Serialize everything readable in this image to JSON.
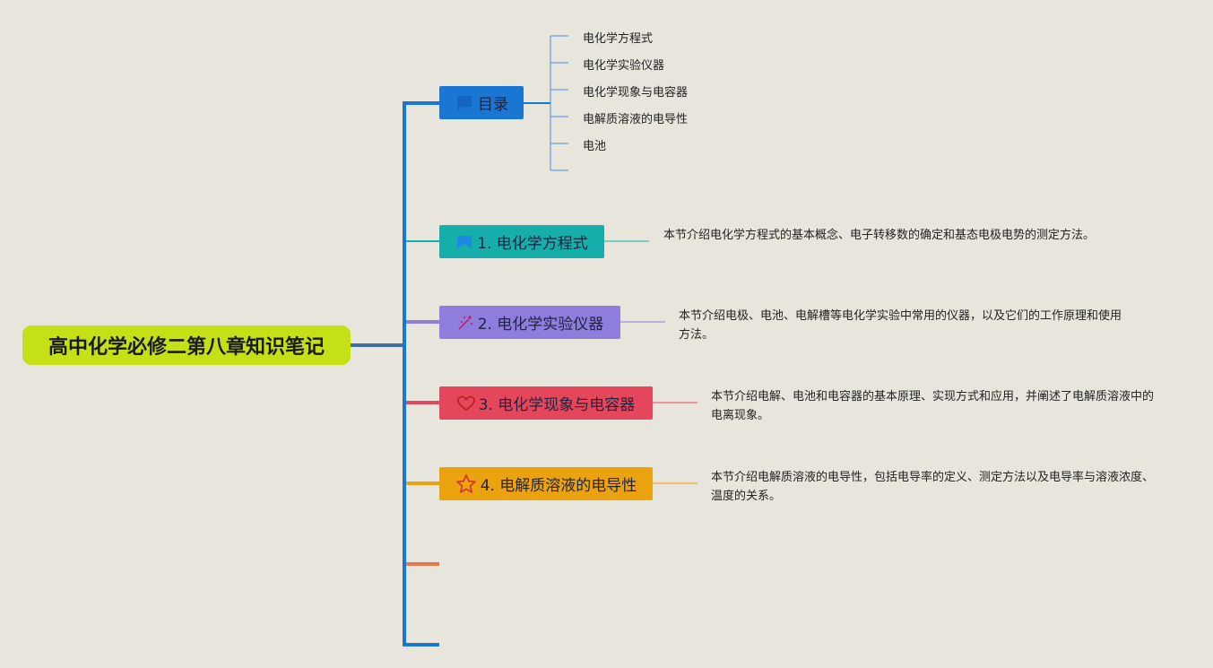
{
  "root": {
    "title": "高中化学必修二第八章知识笔记"
  },
  "toc": {
    "label": "目录",
    "items": [
      "电化学方程式",
      "电化学实验仪器",
      "电化学现象与电容器",
      "电解质溶液的电导性",
      "电池",
      ""
    ]
  },
  "topics": [
    {
      "label": "1. 电化学方程式",
      "icon": "bookmark-icon",
      "color": "#16aeab",
      "note": "本节介绍电化学方程式的基本概念、电子转移数的确定和基态电极电势的测定方法。"
    },
    {
      "label": "2. 电化学实验仪器",
      "icon": "sparkle-icon",
      "color": "#8f7ddd",
      "note": "本节介绍电极、电池、电解槽等电化学实验中常用的仪器，以及它们的工作原理和使用方法。"
    },
    {
      "label": "3. 电化学现象与电容器",
      "icon": "heart-icon",
      "color": "#e4475c",
      "note": "本节介绍电解、电池和电容器的基本原理、实现方式和应用，并阐述了电解质溶液中的电离现象。"
    },
    {
      "label": "4. 电解质溶液的电导性",
      "icon": "star-icon",
      "color": "#eaa20f",
      "note": "本节介绍电解质溶液的电导性，包括电导率的定义、测定方法以及电导率与溶液浓度、温度的关系。"
    }
  ],
  "colors": {
    "background": "#e8e5dd",
    "root": "#c5e017",
    "toc": "#1976d2",
    "empty_branch": "#e8784a"
  }
}
